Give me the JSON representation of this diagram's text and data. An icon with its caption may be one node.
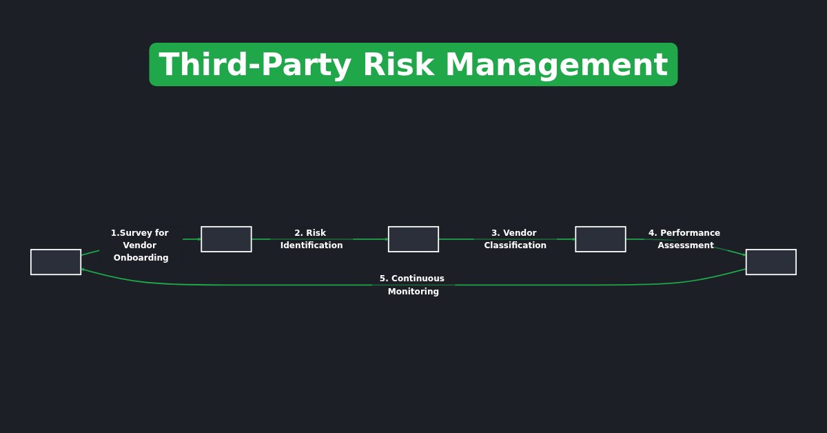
{
  "diagram": {
    "title": "Third-Party Risk Management",
    "nodes": [
      {
        "text": [],
        "shape": "box"
      },
      {
        "text": [],
        "shape": "box"
      },
      {
        "text": [],
        "shape": "box"
      },
      {
        "text": [],
        "shape": "box"
      },
      {
        "text": [],
        "shape": "box"
      }
    ],
    "edges": [
      {
        "from": 0,
        "to": 1,
        "arrow": "to",
        "label": "1.Survey for Vendor Onboarding"
      },
      {
        "from": 1,
        "to": 2,
        "arrow": "to",
        "label": "2. Risk Identification"
      },
      {
        "from": 2,
        "to": 3,
        "arrow": "to",
        "label": "3. Vendor Classification"
      },
      {
        "from": 3,
        "to": 4,
        "arrow": "to",
        "label": "4. Performance Assessment"
      },
      {
        "from": 4,
        "to": 0,
        "arrow": "to",
        "label": "5. Continuous Monitoring"
      }
    ]
  }
}
